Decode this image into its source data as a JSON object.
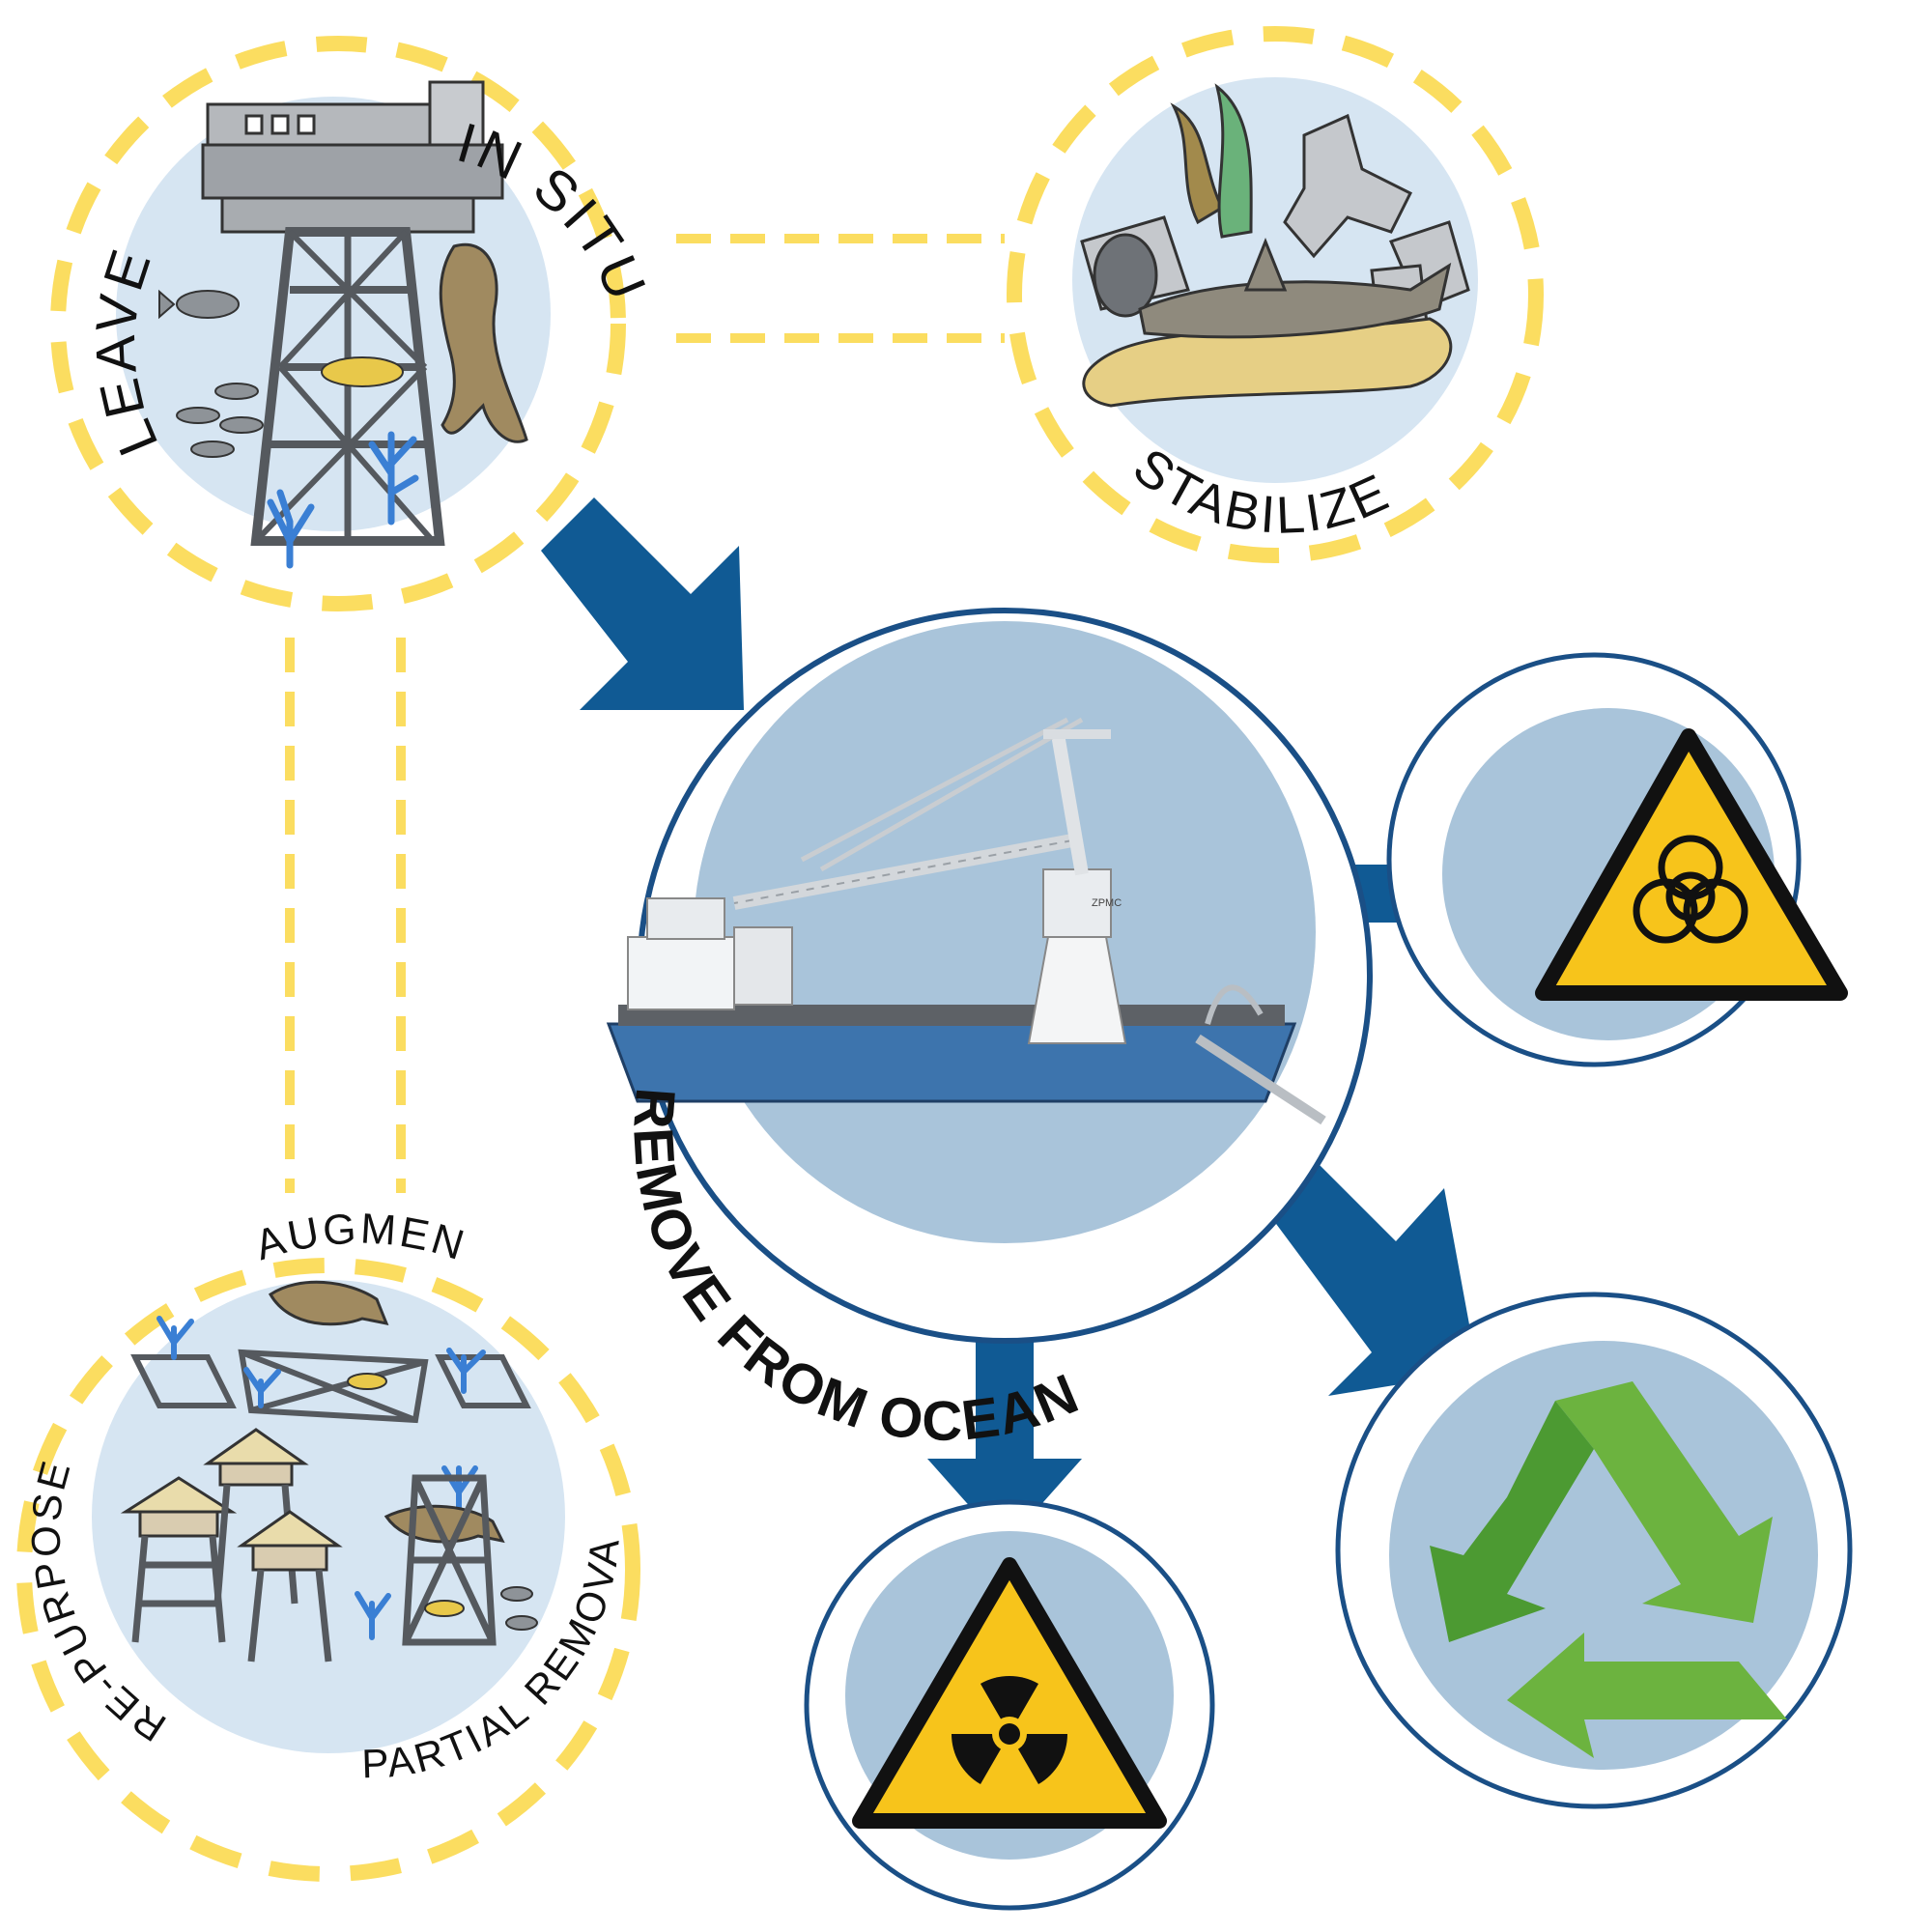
{
  "labels": {
    "leave": "LEAVE",
    "in_situ": "IN SITU",
    "stabilize": "STABILIZE",
    "remove_from_ocean": "REMOVE FROM OCEAN",
    "augment": "AUGMENT",
    "re_purpose": "RE-PURPOSE",
    "partial_removal": "PARTIAL  REMOVAL"
  },
  "ship_brand": "ZPMC",
  "colors": {
    "dashed_yellow": "#fbdd60",
    "arrow_blue": "#105a94",
    "ring_blue": "#1a4f86",
    "disc_light": "#d6e5f2",
    "disc_blue": "#a9c4da",
    "hazard_yellow": "#f7c41b",
    "recycle_green": "#6cb33f"
  },
  "icons": [
    "oil-platform-icon",
    "seal-icon",
    "fish-icon",
    "coral-icon",
    "concrete-tetrapod-icon",
    "shark-icon",
    "crane-vessel-icon",
    "biohazard-icon",
    "radiation-icon",
    "recycle-icon",
    "stilt-hut-icon",
    "reef-cube-icon"
  ]
}
